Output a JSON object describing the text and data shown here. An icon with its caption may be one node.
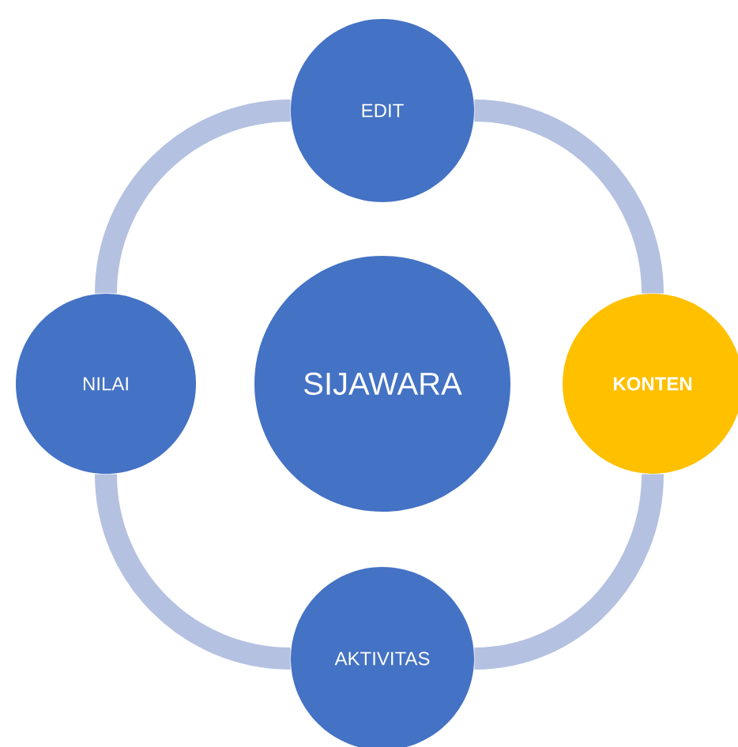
{
  "diagram": {
    "nodes": [
      {
        "text": [
          "EDIT"
        ]
      },
      {
        "text": [
          "NILAI"
        ]
      },
      {
        "text": [
          "SIJAWARA"
        ]
      },
      {
        "text": [
          "KONTEN"
        ]
      },
      {
        "text": [
          "AKTIVITAS"
        ]
      }
    ],
    "edges": [
      {
        "from": 0,
        "to": 3,
        "arrow": "none"
      },
      {
        "from": 3,
        "to": 4,
        "arrow": "none"
      },
      {
        "from": 4,
        "to": 1,
        "arrow": "none"
      },
      {
        "from": 1,
        "to": 0,
        "arrow": "none"
      }
    ]
  }
}
